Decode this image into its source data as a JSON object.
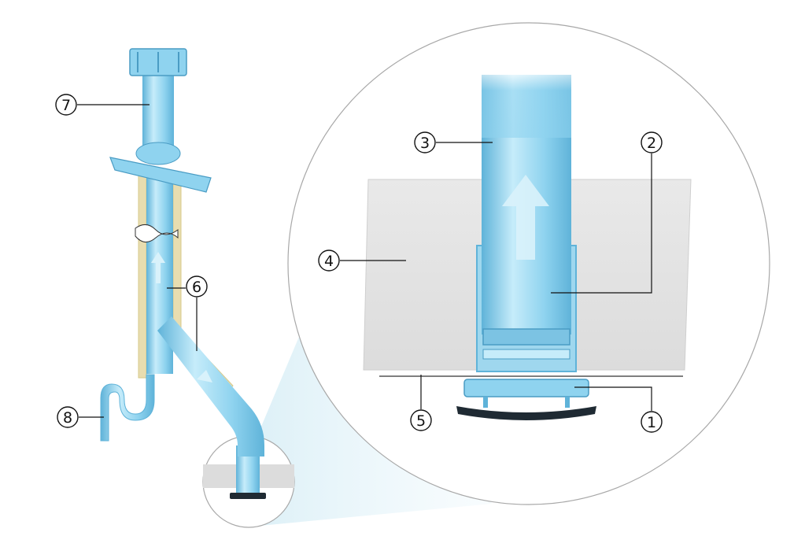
{
  "colors": {
    "pipe": "#8fd3ef",
    "pipe_dark": "#5fb3d9",
    "pipe_light": "#c6ecfa",
    "insulation": "#e8ddb0",
    "slab": "#e4e4e4",
    "slab_edge": "#c8c8c8",
    "detail_fill": "#eef8fc",
    "outline": "#9a9a9a",
    "line": "#111111"
  },
  "callouts": [
    {
      "id": "1",
      "label": "①"
    },
    {
      "id": "2",
      "label": "②"
    },
    {
      "id": "3",
      "label": "③"
    },
    {
      "id": "4",
      "label": "④"
    },
    {
      "id": "5",
      "label": "⑤"
    },
    {
      "id": "6",
      "label": "⑥"
    },
    {
      "id": "7",
      "label": "⑦"
    },
    {
      "id": "8",
      "label": "⑧"
    }
  ]
}
